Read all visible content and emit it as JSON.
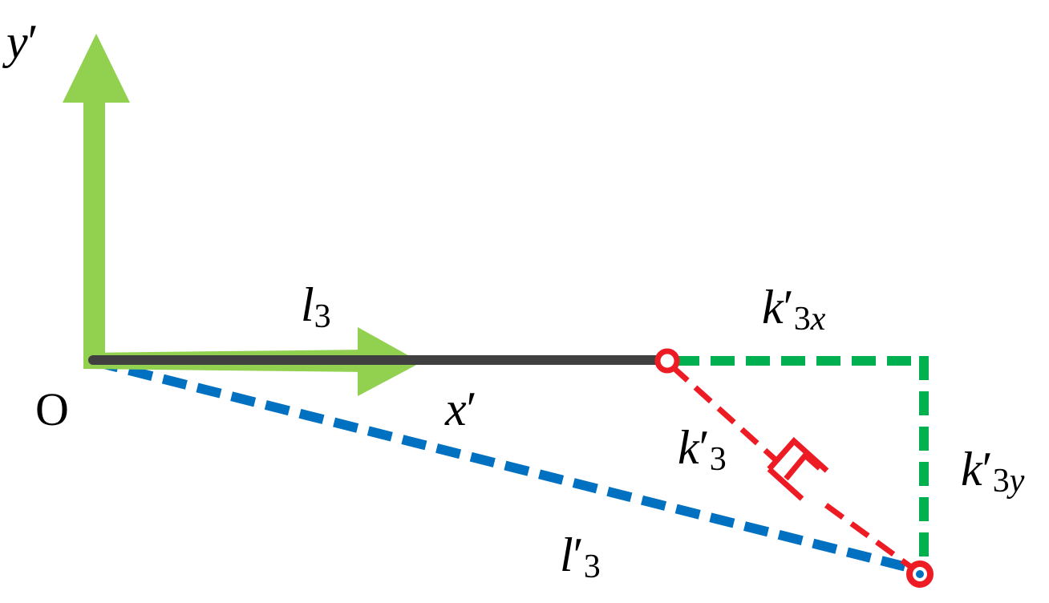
{
  "colors": {
    "axis": "#92D050",
    "link": "#404040",
    "spring_link": "#ED1C24",
    "components": "#00B050",
    "virtual_link": "#0070C0"
  },
  "labels": {
    "y_axis": {
      "base": "y",
      "prime": "′"
    },
    "x_axis": {
      "base": "x",
      "prime": "′"
    },
    "origin": "O",
    "link_length": {
      "base": "l",
      "sub": "3"
    },
    "virtual_length": {
      "base": "l",
      "prime": "′",
      "sub": "3"
    },
    "spring": {
      "base": "k",
      "prime": "′",
      "sub": "3"
    },
    "spring_x": {
      "base": "k",
      "prime": "′",
      "sub": "3",
      "sub_var": "x"
    },
    "spring_y": {
      "base": "k",
      "prime": "′",
      "sub": "3",
      "sub_var": "y"
    }
  }
}
